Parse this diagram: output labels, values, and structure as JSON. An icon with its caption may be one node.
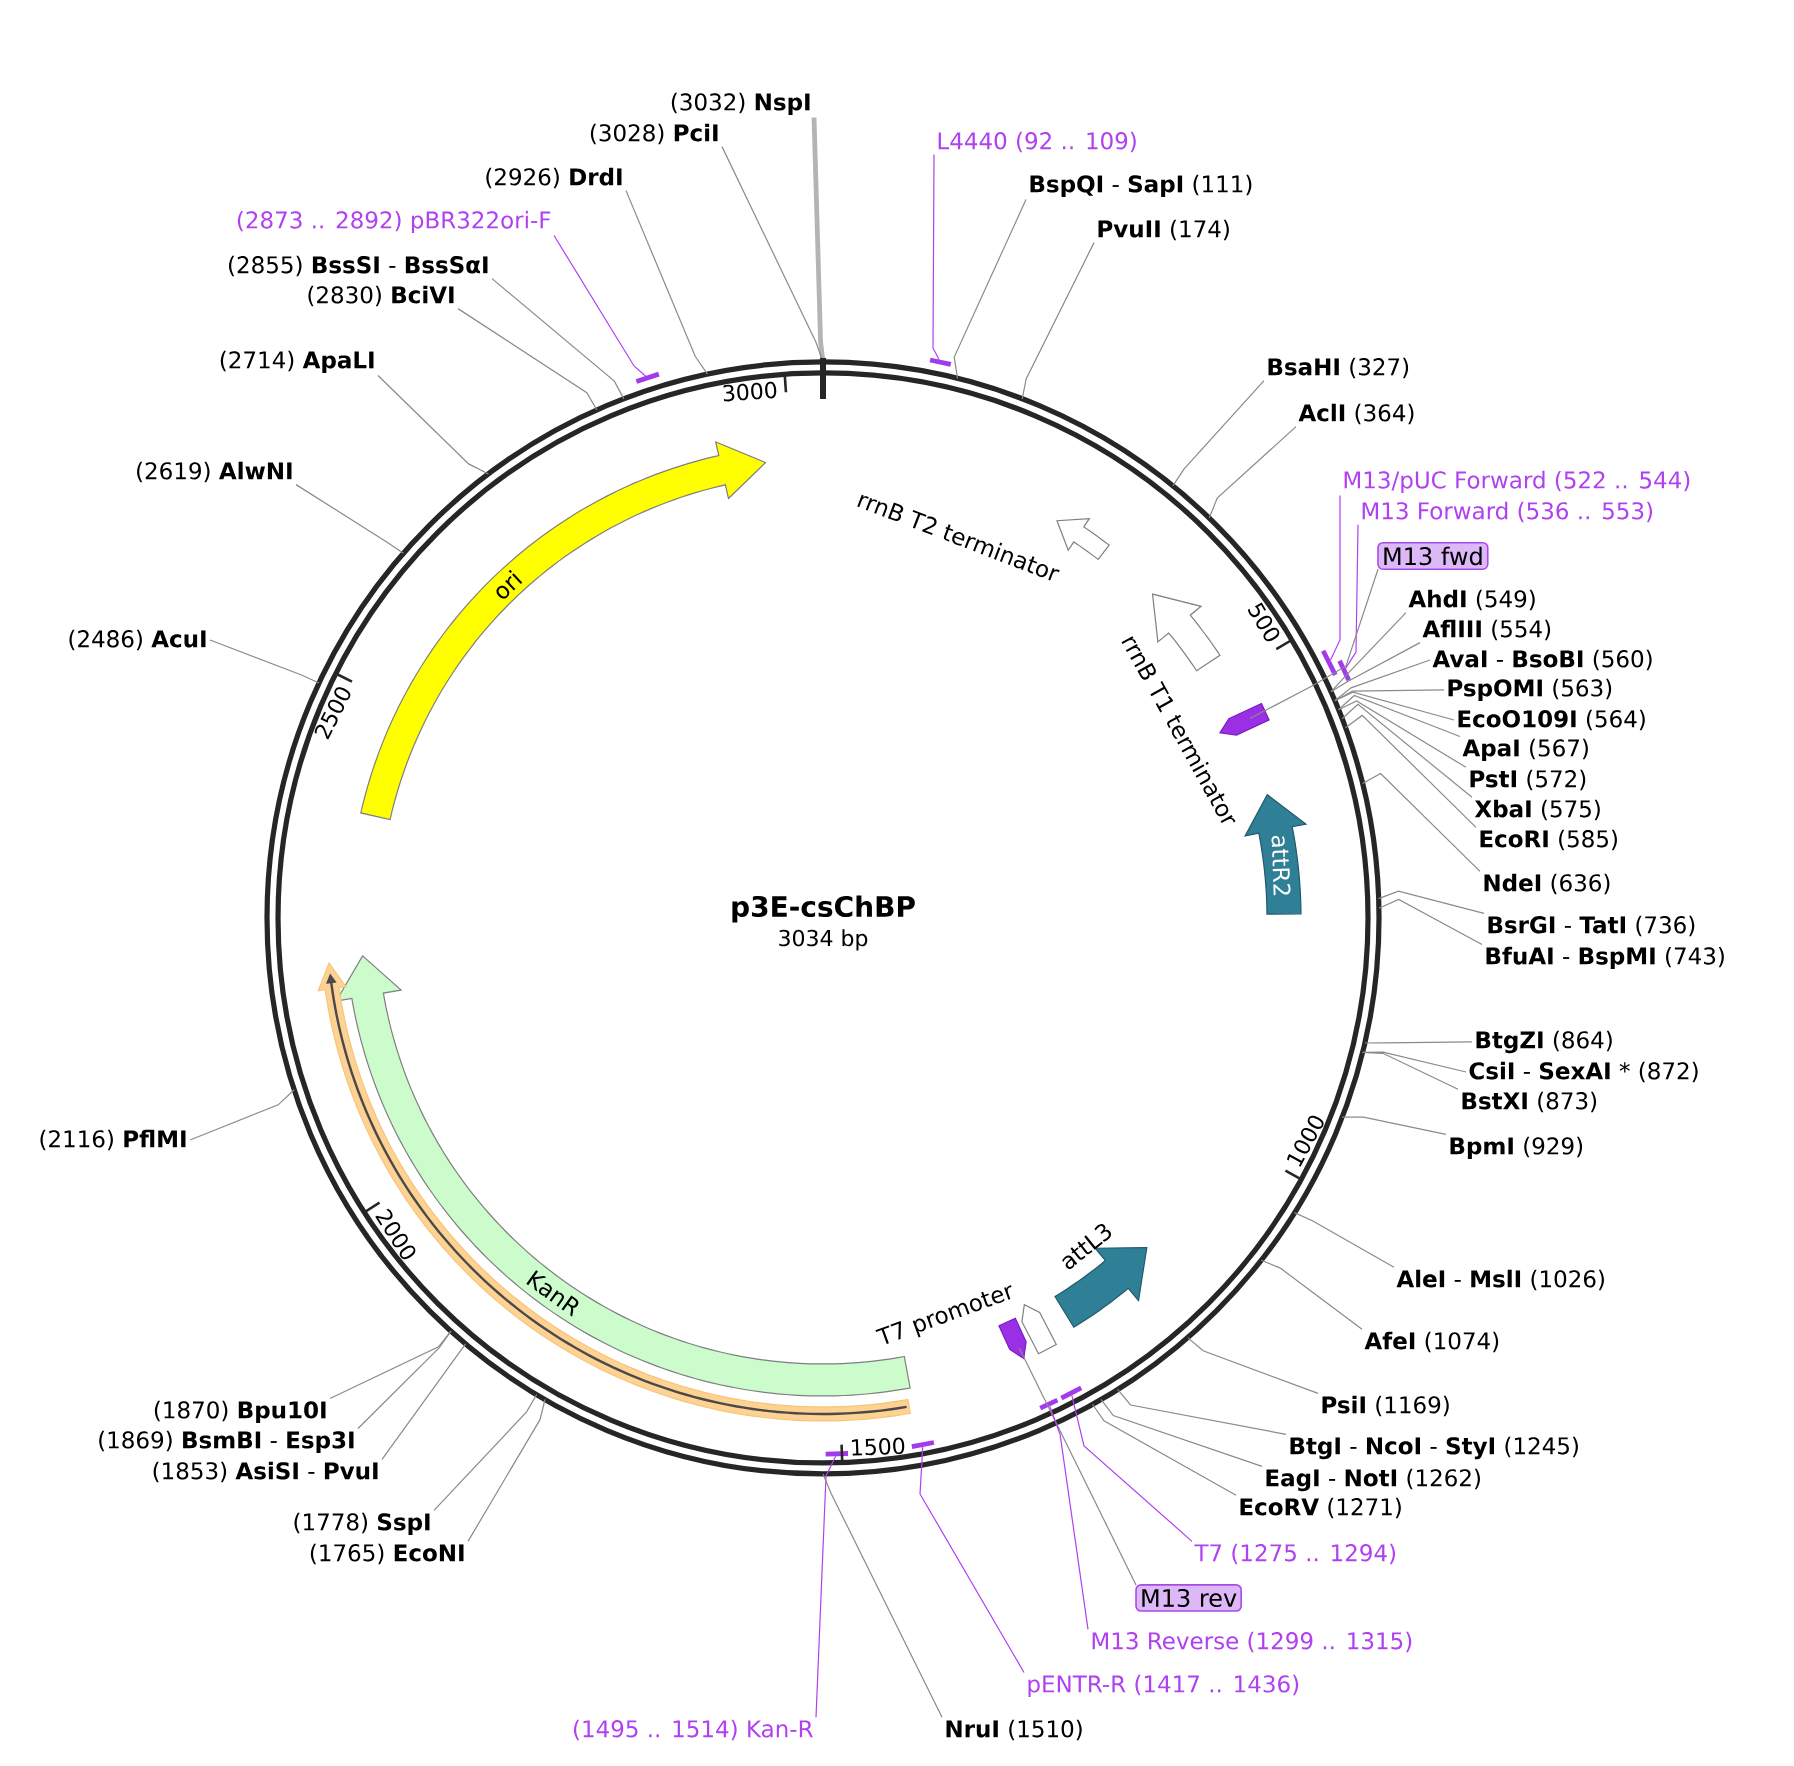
{
  "diagram": {
    "nodes": [
      {
        "text": [
          "p3E-csChBP",
          "3034 bp"
        ]
      },
      {
        "text": [
          "ori"
        ],
        "in": 0
      },
      {
        "text": [
          "rrnB T2 terminator"
        ],
        "in": 0
      },
      {
        "text": [
          "rrnB T1 terminator"
        ],
        "in": 0
      },
      {
        "text": [],
        "shape": "arrow",
        "in": 0
      },
      {
        "text": [
          "attR2"
        ],
        "in": 0
      },
      {
        "text": [
          "attL3"
        ],
        "in": 0
      },
      {
        "text": [
          "T7 promoter"
        ],
        "in": 0
      },
      {
        "text": [],
        "shape": "arrow",
        "in": 0
      },
      {
        "text": [
          "KanR"
        ],
        "in": 0
      },
      {
        "text": [],
        "shape": "arrow",
        "in": 0
      },
      {
        "text": [],
        "shape": "bar"
      },
      {
        "text": [],
        "shape": "bar"
      },
      {
        "text": [],
        "shape": "bar"
      },
      {
        "text": [],
        "shape": "bar",
        "in": 0
      },
      {
        "text": [],
        "shape": "bar",
        "in": 0
      },
      {
        "text": [],
        "shape": "bar",
        "in": 0
      },
      {
        "text": [],
        "shape": "bar",
        "in": 0
      },
      {
        "text": [],
        "shape": "bar"
      },
      {
        "text": [
          "(3032) **NspI**"
        ]
      },
      {
        "text": [
          "(3028) **PciI**"
        ]
      },
      {
        "text": [
          "(2926) **DrdI**"
        ]
      },
      {
        "text": [
          "(2873 .. 2892) pBR322ori-F"
        ]
      },
      {
        "text": [
          "(2855) **BssSI** - **BssSαI**"
        ]
      },
      {
        "text": [
          "(2830) **BciVI**"
        ]
      },
      {
        "text": [
          "(2714) **ApaLI**"
        ]
      },
      {
        "text": [
          "(2619) **AlwNI**"
        ]
      },
      {
        "text": [
          "(2486) **AcuI**"
        ]
      },
      {
        "text": [
          "(2116) **PflMI**"
        ]
      },
      {
        "text": [
          "(1870) **Bpu10I**"
        ]
      },
      {
        "text": [
          "(1869) **BsmBI** - **Esp3I**"
        ]
      },
      {
        "text": [
          "(1853) **AsiSI** - **PvuI**"
        ]
      },
      {
        "text": [
          "(1778) **SspI**"
        ]
      },
      {
        "text": [
          "(1765) **EcoNI**"
        ]
      },
      {
        "text": [
          "(1495 .. 1514) Kan-R"
        ]
      },
      {
        "text": [
          "L4440 (92 .. 109)"
        ]
      },
      {
        "text": [
          "**BspQI** - **SapI** (111)"
        ]
      },
      {
        "text": [
          "**PvuII** (174)"
        ]
      },
      {
        "text": [
          "**BsaHI** (327)"
        ]
      },
      {
        "text": [
          "**AclI** (364)"
        ]
      },
      {
        "text": [
          "M13/pUC Forward (522 .. 544)"
        ]
      },
      {
        "text": [
          "M13 Forward (536 .. 553)"
        ]
      },
      {
        "text": [
          "M13 fwd"
        ]
      },
      {
        "text": [
          "**AhdI** (549)"
        ]
      },
      {
        "text": [
          "**AflIII** (554)"
        ]
      },
      {
        "text": [
          "**AvaI** - **BsoBI** (560)"
        ]
      },
      {
        "text": [
          "**PspOMI** (563)"
        ]
      },
      {
        "text": [
          "**EcoO109I** (564)"
        ]
      },
      {
        "text": [
          "**ApaI** (567)"
        ]
      },
      {
        "text": [
          "**PstI** (572)"
        ]
      },
      {
        "text": [
          "**XbaI** (575)"
        ]
      },
      {
        "text": [
          "**EcoRI** (585)"
        ]
      },
      {
        "text": [
          "**NdeI** (636)"
        ]
      },
      {
        "text": [
          "**BsrGI** - **TatI** (736)"
        ]
      },
      {
        "text": [
          "**BfuAI** - **BspMI** (743)"
        ]
      },
      {
        "text": [
          "**BtgZI** (864)"
        ]
      },
      {
        "text": [
          "**CsiI** - **SexAI** * (872)"
        ]
      },
      {
        "text": [
          "**BstXI** (873)"
        ]
      },
      {
        "text": [
          "**BpmI** (929)"
        ]
      },
      {
        "text": [
          "**AleI** - **MslI** (1026)"
        ]
      },
      {
        "text": [
          "**AfeI** (1074)"
        ]
      },
      {
        "text": [
          "**PsiI** (1169)"
        ]
      },
      {
        "text": [
          "**BtgI** - **NcoI** - **StyI** (1245)"
        ]
      },
      {
        "text": [
          "**EagI** - **NotI** (1262)"
        ]
      },
      {
        "text": [
          "**EcoRV** (1271)"
        ]
      },
      {
        "text": [
          "T7 (1275 .. 1294)"
        ]
      },
      {
        "text": [
          "M13 rev"
        ]
      },
      {
        "text": [
          "M13 Reverse (1299 .. 1315)"
        ]
      },
      {
        "text": [
          "pENTR-R (1417 .. 1436)"
        ]
      },
      {
        "text": [
          "**NruI** (1510)"
        ]
      }
    ],
    "edges": [
      {
        "from": 19,
        "to": 0,
        "arrow": "none",
        "style": "thick",
        "color": "#b4b4b4"
      },
      {
        "from": 20,
        "to": 0,
        "arrow": "none"
      },
      {
        "from": 21,
        "to": 0,
        "arrow": "none"
      },
      {
        "from": 22,
        "to": 18,
        "arrow": "none",
        "color": "#b040f0"
      },
      {
        "from": 23,
        "to": 0,
        "arrow": "none"
      },
      {
        "from": 24,
        "to": 0,
        "arrow": "none"
      },
      {
        "from": 25,
        "to": 0,
        "arrow": "none"
      },
      {
        "from": 26,
        "to": 0,
        "arrow": "none"
      },
      {
        "from": 27,
        "to": 0,
        "arrow": "none"
      },
      {
        "from": 28,
        "to": 0,
        "arrow": "none"
      },
      {
        "from": 29,
        "to": 0,
        "arrow": "none"
      },
      {
        "from": 30,
        "to": 0,
        "arrow": "none"
      },
      {
        "from": 31,
        "to": 0,
        "arrow": "none"
      },
      {
        "from": 32,
        "to": 0,
        "arrow": "none"
      },
      {
        "from": 33,
        "to": 0,
        "arrow": "none"
      },
      {
        "from": 34,
        "to": 17,
        "arrow": "none",
        "color": "#b040f0"
      },
      {
        "from": 35,
        "to": 11,
        "arrow": "none",
        "color": "#b040f0"
      },
      {
        "from": 36,
        "to": 0,
        "arrow": "none"
      },
      {
        "from": 37,
        "to": 0,
        "arrow": "none"
      },
      {
        "from": 38,
        "to": 0,
        "arrow": "none"
      },
      {
        "from": 39,
        "to": 0,
        "arrow": "none"
      },
      {
        "from": 40,
        "to": 12,
        "arrow": "none",
        "color": "#b040f0"
      },
      {
        "from": 41,
        "to": 13,
        "arrow": "none",
        "color": "#b040f0"
      },
      {
        "from": 42,
        "to": 4,
        "arrow": "none"
      },
      {
        "from": 43,
        "to": 0,
        "arrow": "none"
      },
      {
        "from": 44,
        "to": 0,
        "arrow": "none"
      },
      {
        "from": 45,
        "to": 0,
        "arrow": "none"
      },
      {
        "from": 46,
        "to": 0,
        "arrow": "none"
      },
      {
        "from": 47,
        "to": 0,
        "arrow": "none"
      },
      {
        "from": 48,
        "to": 0,
        "arrow": "none"
      },
      {
        "from": 49,
        "to": 0,
        "arrow": "none"
      },
      {
        "from": 50,
        "to": 0,
        "arrow": "none"
      },
      {
        "from": 51,
        "to": 0,
        "arrow": "none"
      },
      {
        "from": 52,
        "to": 0,
        "arrow": "none"
      },
      {
        "from": 53,
        "to": 0,
        "arrow": "none"
      },
      {
        "from": 54,
        "to": 0,
        "arrow": "none"
      },
      {
        "from": 55,
        "to": 0,
        "arrow": "none"
      },
      {
        "from": 56,
        "to": 0,
        "arrow": "none"
      },
      {
        "from": 57,
        "to": 0,
        "arrow": "none"
      },
      {
        "from": 58,
        "to": 0,
        "arrow": "none"
      },
      {
        "from": 59,
        "to": 0,
        "arrow": "none"
      },
      {
        "from": 60,
        "to": 0,
        "arrow": "none"
      },
      {
        "from": 61,
        "to": 0,
        "arrow": "none"
      },
      {
        "from": 62,
        "to": 0,
        "arrow": "none"
      },
      {
        "from": 63,
        "to": 0,
        "arrow": "none"
      },
      {
        "from": 64,
        "to": 0,
        "arrow": "none"
      },
      {
        "from": 65,
        "to": 14,
        "arrow": "none",
        "color": "#b040f0"
      },
      {
        "from": 66,
        "to": 8,
        "arrow": "none"
      },
      {
        "from": 67,
        "to": 15,
        "arrow": "none",
        "color": "#b040f0"
      },
      {
        "from": 68,
        "to": 16,
        "arrow": "none",
        "color": "#b040f0"
      },
      {
        "from": 69,
        "to": 0,
        "arrow": "none"
      }
    ],
    "labels": [
      "3000",
      "500",
      "2500",
      "1000",
      "2000",
      "1500"
    ]
  }
}
